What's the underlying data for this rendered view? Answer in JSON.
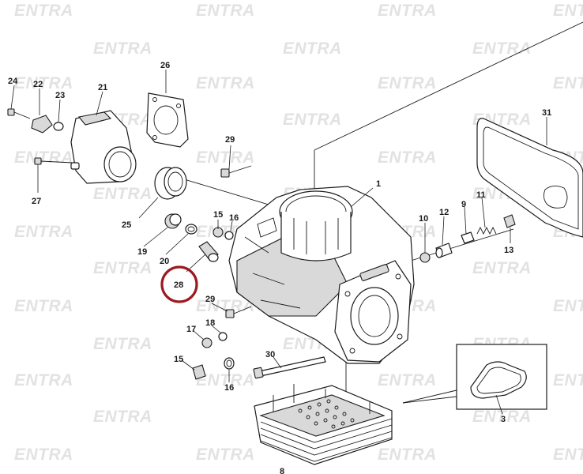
{
  "watermark": {
    "text": "ENTRA"
  },
  "highlight": {
    "callout": "28",
    "color": "#9b1b22"
  },
  "callouts": {
    "c1": "1",
    "c3": "3",
    "c9": "9",
    "c10": "10",
    "c11": "11",
    "c12": "12",
    "c13": "13",
    "c15a": "15",
    "c15b": "15",
    "c16a": "16",
    "c16b": "16",
    "c17": "17",
    "c18": "18",
    "c19": "19",
    "c20": "20",
    "c21": "21",
    "c22": "22",
    "c23": "23",
    "c24": "24",
    "c25": "25",
    "c26": "26",
    "c27": "27",
    "c28": "28",
    "c29a": "29",
    "c29b": "29",
    "c30": "30",
    "c31": "31",
    "c8": "8"
  }
}
